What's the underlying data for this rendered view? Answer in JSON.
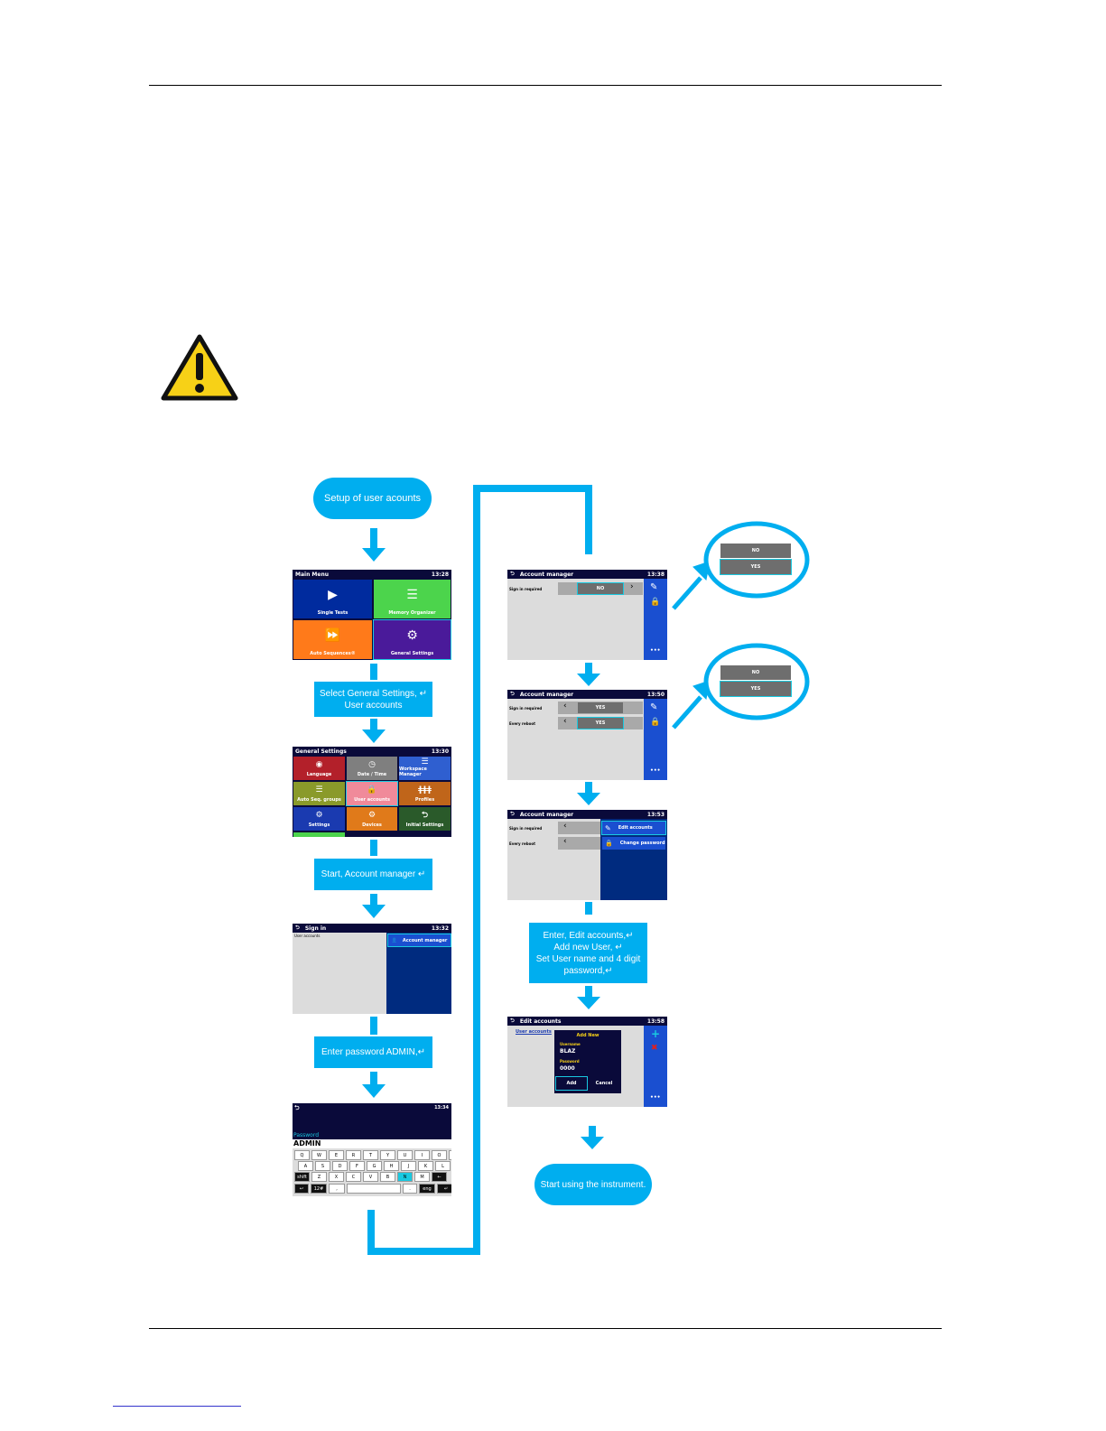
{
  "flow": {
    "start": "Setup of user acounts",
    "step1": "Select General Settings, ↵\nUser accounts",
    "step2": "Start, Account manager ↵",
    "step3": "Enter password ADMIN,↵",
    "step4": "Enter, Edit accounts,↵\nAdd new User, ↵\nSet User name and 4 digit\npassword,↵",
    "end": "Start using the instrument."
  },
  "main_menu": {
    "title": "Main Menu",
    "time": "13:28",
    "tiles": [
      "Single Tests",
      "Memory Organizer",
      "Auto Sequences®",
      "General Settings"
    ]
  },
  "general_settings": {
    "title": "General Settings",
    "time": "13:30",
    "tiles": [
      "Language",
      "Date / Time",
      "Workspace Manager",
      "Auto Seq. groups",
      "User accounts",
      "Profiles",
      "Settings",
      "Devices",
      "Initial Settings"
    ]
  },
  "sign_in": {
    "title": "Sign in",
    "time": "13:32",
    "sub": "User accounts",
    "button": "Account manager"
  },
  "password": {
    "time": "13:34",
    "label": "Password",
    "value": "ADMIN",
    "row1": [
      "Q",
      "W",
      "E",
      "R",
      "T",
      "Y",
      "U",
      "I",
      "O",
      "P"
    ],
    "row2": [
      "A",
      "S",
      "D",
      "F",
      "G",
      "H",
      "J",
      "K",
      "L"
    ],
    "row3": [
      "shift",
      "Z",
      "X",
      "C",
      "V",
      "B",
      "N",
      "M",
      "←"
    ],
    "row4": [
      "↩",
      "12#",
      ",",
      "",
      ".",
      "eng",
      "↵"
    ]
  },
  "acc1": {
    "title": "Account manager",
    "time": "13:38",
    "row1": "Sign in required",
    "val1": "NO"
  },
  "acc2": {
    "title": "Account manager",
    "time": "13:50",
    "row1": "Sign in required",
    "val1": "YES",
    "row2": "Every reboot",
    "val2": "YES"
  },
  "acc3": {
    "title": "Account manager",
    "time": "13:53",
    "row1": "Sign in required",
    "row2": "Every reboot",
    "menu1": "Edit accounts",
    "menu2": "Change password"
  },
  "edit": {
    "title": "Edit accounts",
    "time": "13:58",
    "sub": "User accounts",
    "dialog_title": "Add New",
    "username_label": "Username",
    "username": "BLAZ",
    "password_label": "Password",
    "password": "0000",
    "add": "Add",
    "cancel": "Cancel"
  },
  "zoom": {
    "no": "NO",
    "yes": "YES"
  },
  "colors": {
    "accent": "#00aeef",
    "screen_bar": "#0a0a3a",
    "side_blue": "#002b7f",
    "highlight": "#19c9e0"
  }
}
